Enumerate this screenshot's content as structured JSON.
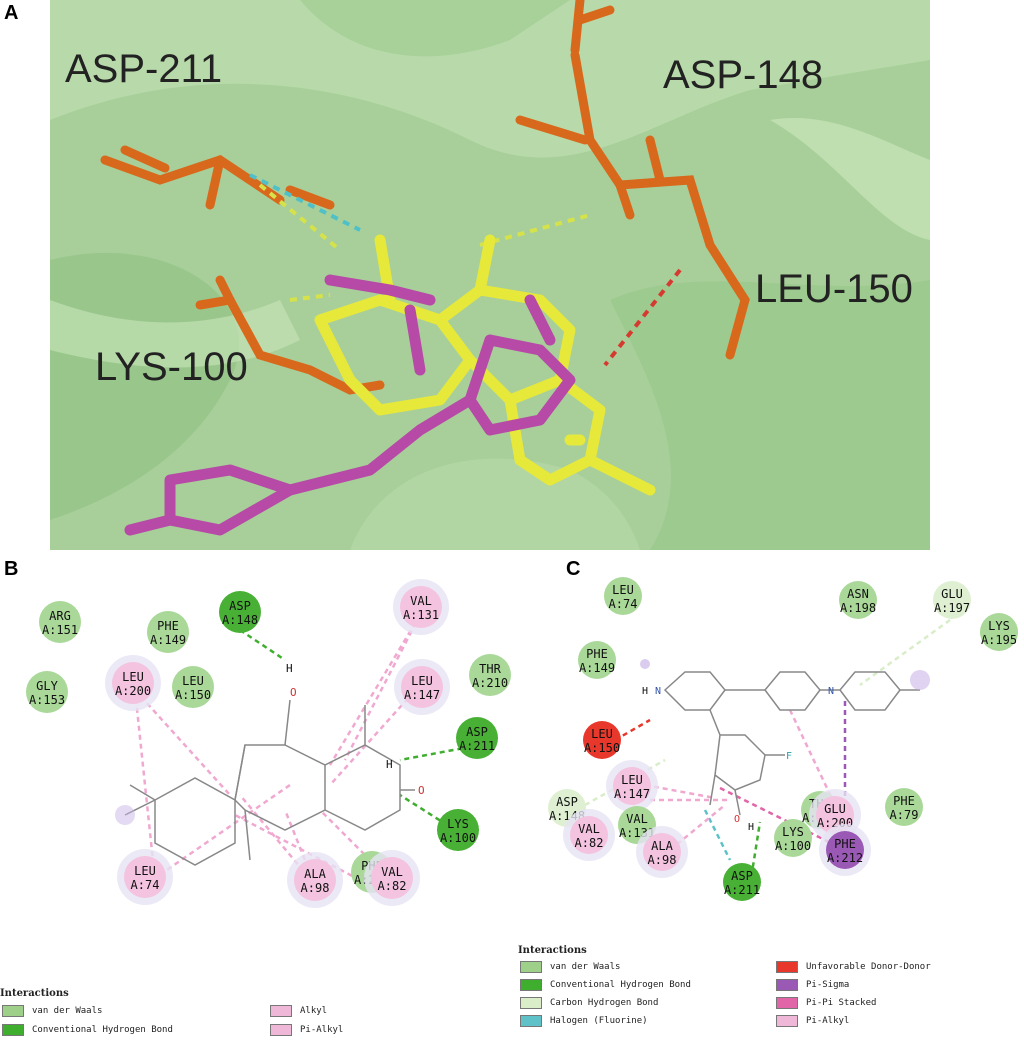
{
  "panels": {
    "a": "A",
    "b": "B",
    "c": "C"
  },
  "panel_a": {
    "labels": [
      "ASP-211",
      "ASP-148",
      "LEU-150",
      "LYS-100"
    ]
  },
  "panel_b": {
    "residues": [
      {
        "n1": "ARG",
        "n2": "A:151",
        "kind": "vdw"
      },
      {
        "n1": "GLY",
        "n2": "A:153",
        "kind": "vdw"
      },
      {
        "n1": "PHE",
        "n2": "A:149",
        "kind": "vdw"
      },
      {
        "n1": "ASP",
        "n2": "A:148",
        "kind": "hbond"
      },
      {
        "n1": "LEU",
        "n2": "A:200",
        "kind": "alkyl"
      },
      {
        "n1": "LEU",
        "n2": "A:150",
        "kind": "vdw"
      },
      {
        "n1": "VAL",
        "n2": "A:131",
        "kind": "alkyl"
      },
      {
        "n1": "LEU",
        "n2": "A:147",
        "kind": "alkyl"
      },
      {
        "n1": "THR",
        "n2": "A:210",
        "kind": "vdw"
      },
      {
        "n1": "ASP",
        "n2": "A:211",
        "kind": "hbond"
      },
      {
        "n1": "LYS",
        "n2": "A:100",
        "kind": "hbond"
      },
      {
        "n1": "LEU",
        "n2": "A:74",
        "kind": "alkyl"
      },
      {
        "n1": "ALA",
        "n2": "A:98",
        "kind": "alkyl"
      },
      {
        "n1": "PHE",
        "n2": "A:212",
        "kind": "vdw"
      },
      {
        "n1": "VAL",
        "n2": "A:82",
        "kind": "alkyl"
      }
    ],
    "atoms": {
      "h1": "H",
      "o1": "O",
      "h2": "H",
      "o2": "O"
    },
    "legend": {
      "title": "Interactions",
      "items": [
        {
          "label": "van der Waals",
          "color": "#9fd08a"
        },
        {
          "label": "Conventional Hydrogen Bond",
          "color": "#3fae2f"
        },
        {
          "label": "Alkyl",
          "color": "#f0b8d8"
        },
        {
          "label": "Pi-Alkyl",
          "color": "#f0b8d8"
        }
      ]
    }
  },
  "panel_c": {
    "residues": [
      {
        "n1": "LEU",
        "n2": "A:74",
        "kind": "vdw"
      },
      {
        "n1": "ASN",
        "n2": "A:198",
        "kind": "vdw"
      },
      {
        "n1": "GLU",
        "n2": "A:197",
        "kind": "ch"
      },
      {
        "n1": "LYS",
        "n2": "A:195",
        "kind": "vdw"
      },
      {
        "n1": "PHE",
        "n2": "A:149",
        "kind": "vdw"
      },
      {
        "n1": "LEU",
        "n2": "A:150",
        "kind": "unfav"
      },
      {
        "n1": "ASP",
        "n2": "A:148",
        "kind": "ch"
      },
      {
        "n1": "LEU",
        "n2": "A:147",
        "kind": "alkyl"
      },
      {
        "n1": "VAL",
        "n2": "A:131",
        "kind": "vdw"
      },
      {
        "n1": "VAL",
        "n2": "A:82",
        "kind": "alkyl"
      },
      {
        "n1": "ALA",
        "n2": "A:98",
        "kind": "alkyl"
      },
      {
        "n1": "ASP",
        "n2": "A:211",
        "kind": "hbond"
      },
      {
        "n1": "LYS",
        "n2": "A:100",
        "kind": "vdw"
      },
      {
        "n1": "THR",
        "n2": "A:210",
        "kind": "vdw"
      },
      {
        "n1": "GLU",
        "n2": "A:200",
        "kind": "alkyl"
      },
      {
        "n1": "PHE",
        "n2": "A:212",
        "kind": "pisigma"
      },
      {
        "n1": "PHE",
        "n2": "A:79",
        "kind": "vdw"
      }
    ],
    "atoms": {
      "n1": "N",
      "h1": "H",
      "o1": "O",
      "h2": "H",
      "f1": "F",
      "n2": "N"
    },
    "legend": {
      "title": "Interactions",
      "items": [
        {
          "label": "van der Waals",
          "color": "#9fd08a"
        },
        {
          "label": "Conventional Hydrogen Bond",
          "color": "#3fae2f"
        },
        {
          "label": "Carbon Hydrogen Bond",
          "color": "#d8edc8"
        },
        {
          "label": "Halogen (Fluorine)",
          "color": "#5ec2c8"
        },
        {
          "label": "Unfavorable Donor-Donor",
          "color": "#e8382c"
        },
        {
          "label": "Pi-Sigma",
          "color": "#9b59b6"
        },
        {
          "label": "Pi-Pi Stacked",
          "color": "#e066a8"
        },
        {
          "label": "Pi-Alkyl",
          "color": "#f0b8d8"
        }
      ]
    }
  }
}
